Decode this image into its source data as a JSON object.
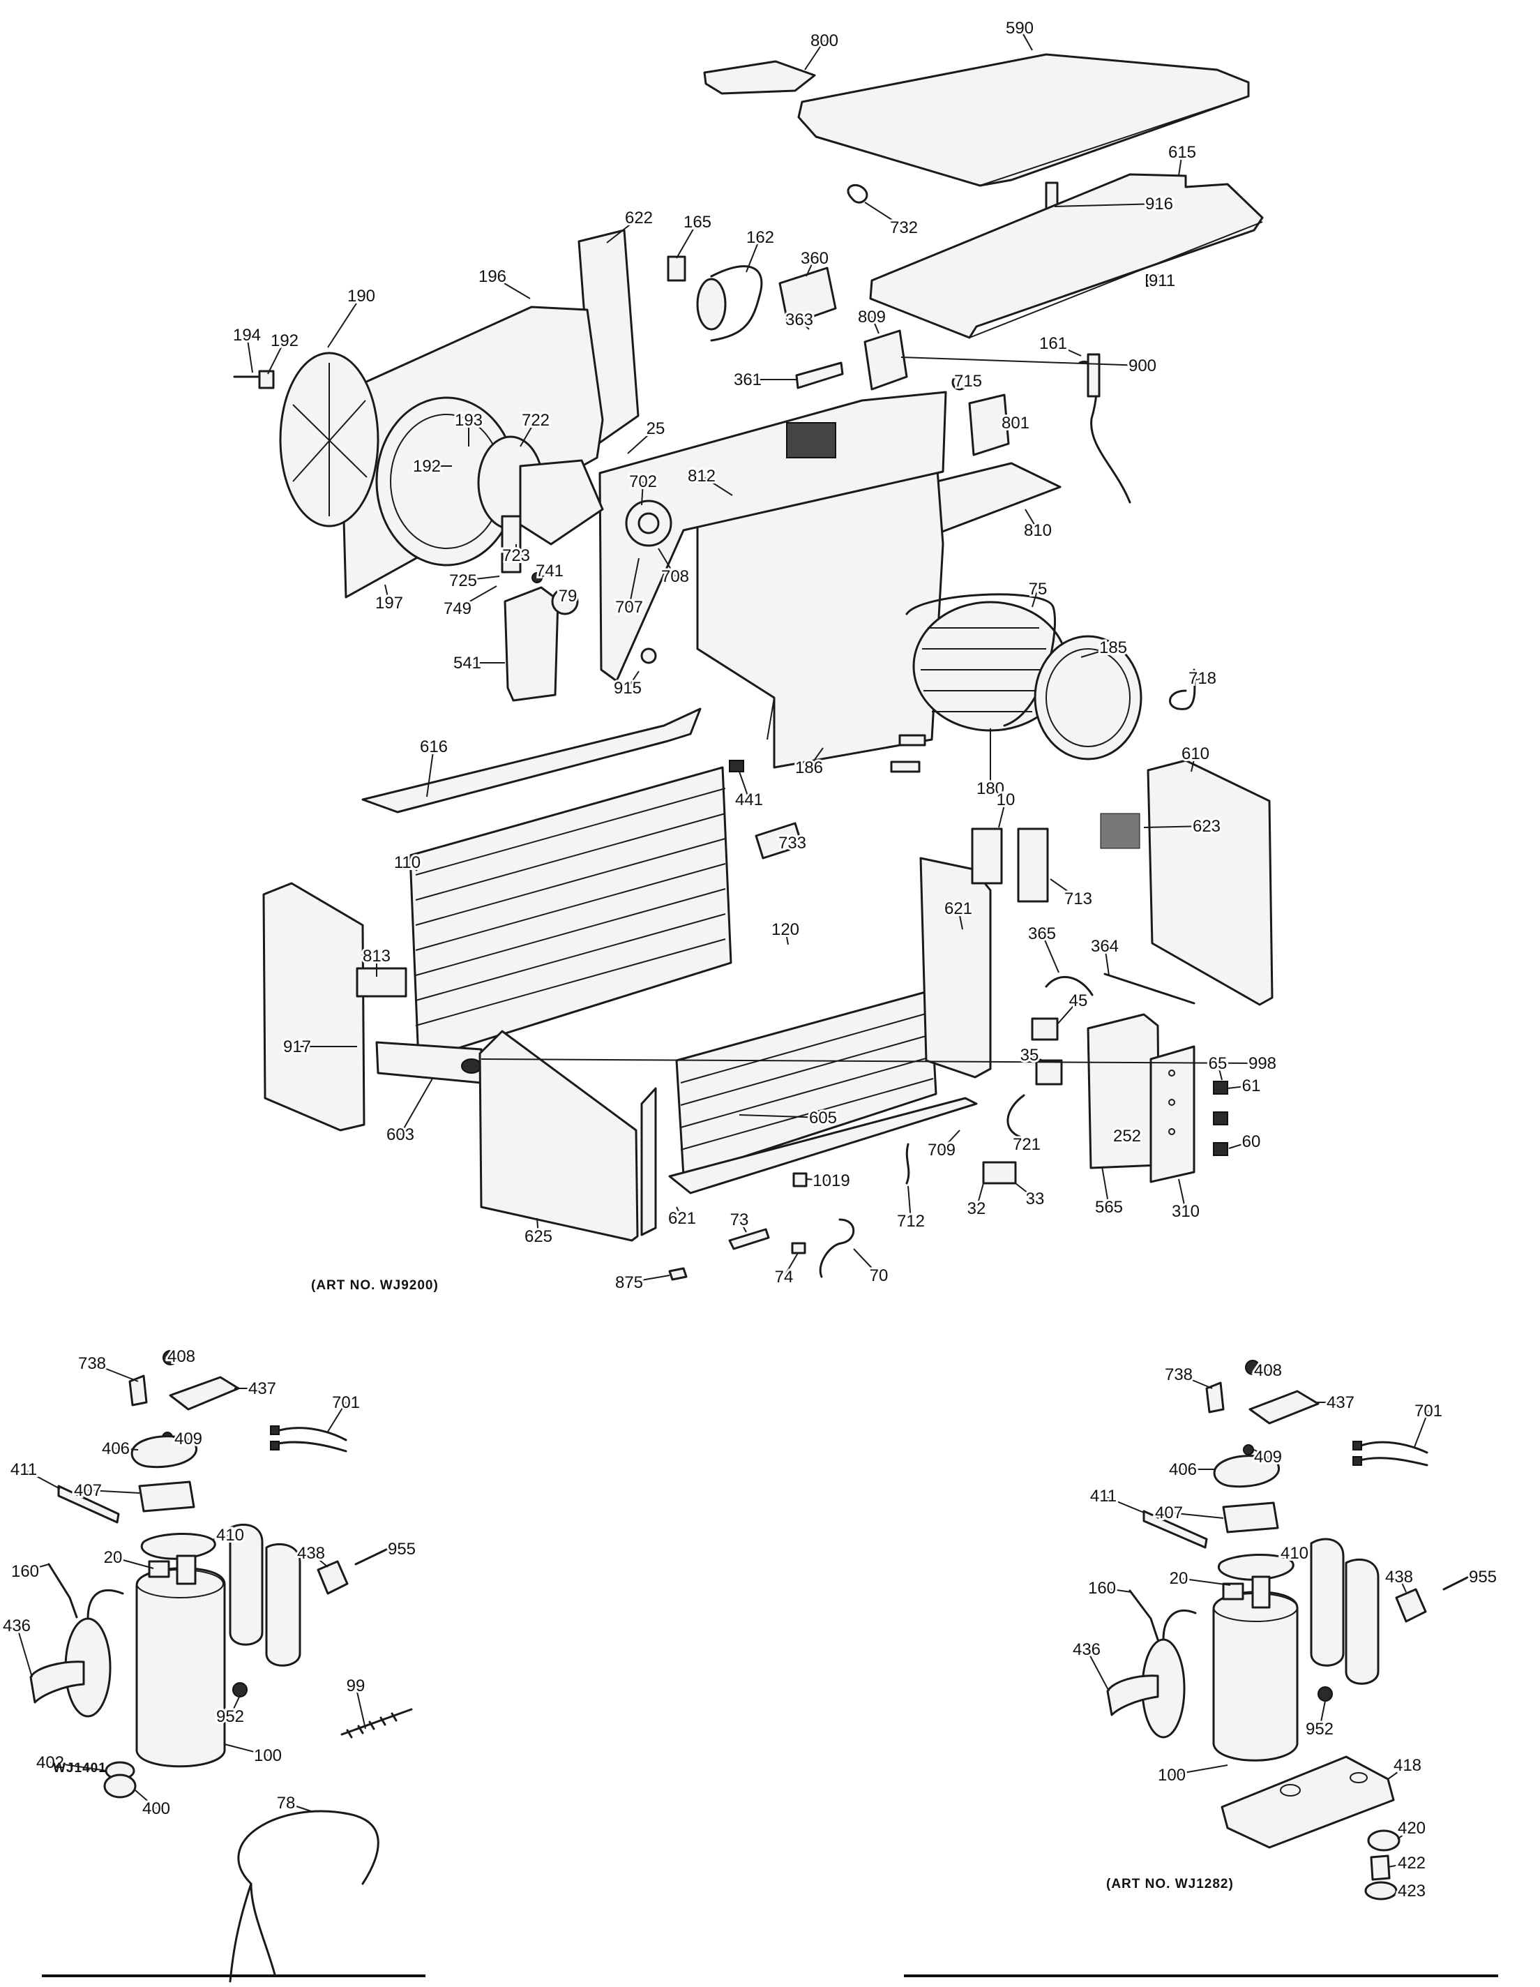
{
  "captions": {
    "main_art_no": "(ART NO. WJ9200)",
    "left_art_no": "WJ1401",
    "right_art_no": "(ART NO. WJ1282)"
  },
  "callouts": {
    "main": [
      "800",
      "590",
      "916",
      "615",
      "732",
      "622",
      "165",
      "162",
      "360",
      "196",
      "190",
      "194",
      "192",
      "193",
      "722",
      "363",
      "809",
      "900",
      "715",
      "911",
      "161",
      "361",
      "801",
      "25",
      "812",
      "192",
      "702",
      "810",
      "708",
      "707",
      "725",
      "723",
      "741",
      "749",
      "79",
      "197",
      "75",
      "541",
      "915",
      "185",
      "718",
      "186",
      "180",
      "616",
      "441",
      "610",
      "10",
      "623",
      "733",
      "110",
      "713",
      "621",
      "120",
      "365",
      "364",
      "813",
      "45",
      "917",
      "998",
      "35",
      "65",
      "61",
      "605",
      "603",
      "721",
      "252",
      "709",
      "60",
      "1019",
      "33",
      "625",
      "621",
      "73",
      "712",
      "32",
      "565",
      "310",
      "74",
      "70",
      "875"
    ],
    "left": [
      "408",
      "738",
      "437",
      "701",
      "406",
      "409",
      "411",
      "407",
      "410",
      "438",
      "955",
      "20",
      "160",
      "436",
      "952",
      "99",
      "100",
      "402",
      "400",
      "78"
    ],
    "right": [
      "408",
      "738",
      "437",
      "701",
      "406",
      "409",
      "411",
      "407",
      "410",
      "438",
      "955",
      "160",
      "20",
      "436",
      "952",
      "418",
      "100",
      "420",
      "422",
      "423"
    ]
  }
}
